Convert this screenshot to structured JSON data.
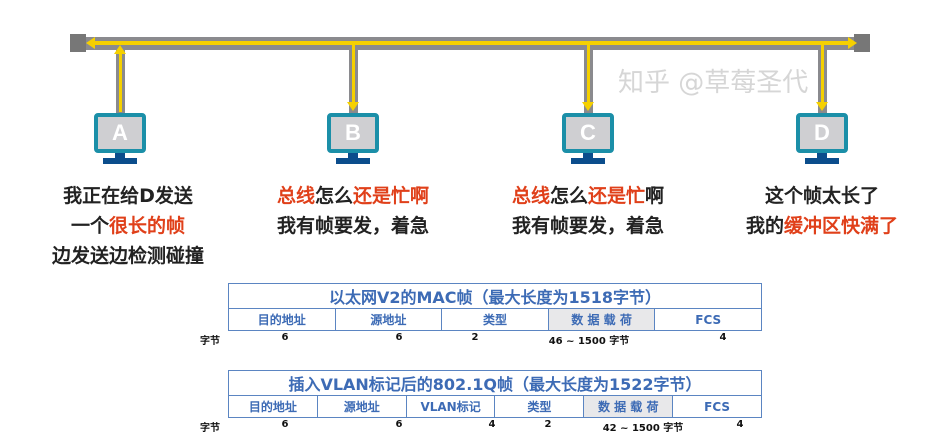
{
  "bus": {
    "colors": {
      "cable": "#8a8a8e",
      "signal": "#f5d000",
      "monitor": "#1b8fa8",
      "stand": "#0b4d8c",
      "highlight": "#e0401a"
    }
  },
  "stations": [
    {
      "label": "A",
      "direction": "up",
      "lines": [
        [
          {
            "t": "我正在给D发送",
            "red": false
          }
        ],
        [
          {
            "t": "一个",
            "red": false
          },
          {
            "t": "很长的帧",
            "red": true
          }
        ],
        [
          {
            "t": "边发送边检测碰撞",
            "red": false
          }
        ]
      ]
    },
    {
      "label": "B",
      "direction": "down",
      "lines": [
        [
          {
            "t": "总线",
            "red": true
          },
          {
            "t": "怎么",
            "red": false
          },
          {
            "t": "还是忙啊",
            "red": true
          }
        ],
        [
          {
            "t": "我有帧要发，着急",
            "red": false
          }
        ]
      ]
    },
    {
      "label": "C",
      "direction": "down",
      "lines": [
        [
          {
            "t": "总线",
            "red": true
          },
          {
            "t": "怎么",
            "red": false
          },
          {
            "t": "还是忙",
            "red": true
          },
          {
            "t": "啊",
            "red": false
          }
        ],
        [
          {
            "t": "我有帧要发，着急",
            "red": false
          }
        ]
      ]
    },
    {
      "label": "D",
      "direction": "down",
      "lines": [
        [
          {
            "t": "这个帧太长了",
            "red": false
          }
        ],
        [
          {
            "t": "我的",
            "red": false
          },
          {
            "t": "缓冲区快满了",
            "red": true
          }
        ]
      ]
    }
  ],
  "frame1": {
    "title": "以太网V2的MAC帧（最大长度为1518字节）",
    "bytes_label": "字节",
    "fields": [
      {
        "name": "目的地址",
        "bytes": "6"
      },
      {
        "name": "源地址",
        "bytes": "6"
      },
      {
        "name": "类型",
        "bytes": "2"
      },
      {
        "name": "数 据 载 荷",
        "bytes": "46 ~ 1500 字节"
      },
      {
        "name": "FCS",
        "bytes": "4"
      }
    ]
  },
  "frame2": {
    "title": "插入VLAN标记后的802.1Q帧（最大长度为1522字节）",
    "bytes_label": "字节",
    "fields": [
      {
        "name": "目的地址",
        "bytes": "6"
      },
      {
        "name": "源地址",
        "bytes": "6"
      },
      {
        "name": "VLAN标记",
        "bytes": "4"
      },
      {
        "name": "类型",
        "bytes": "2"
      },
      {
        "name": "数 据 载 荷",
        "bytes": "42 ~ 1500 字节"
      },
      {
        "name": "FCS",
        "bytes": "4"
      }
    ]
  },
  "watermark": "知乎 @草莓圣代"
}
